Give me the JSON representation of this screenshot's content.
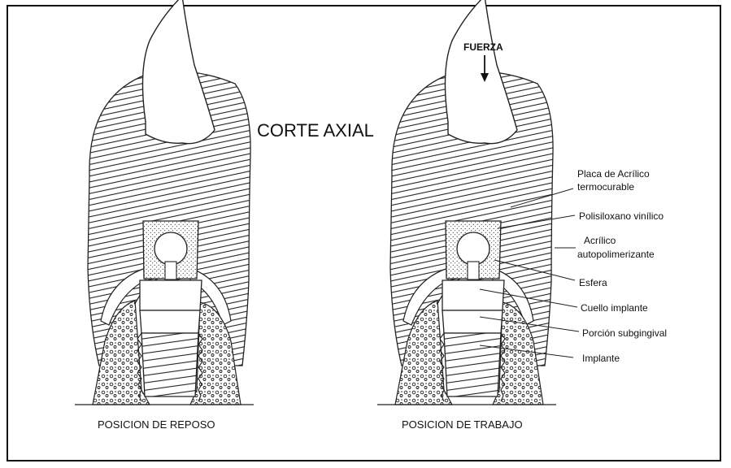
{
  "title": "CORTE AXIAL",
  "force_label": "FUERZA",
  "left_caption": "POSICION DE REPOSO",
  "right_caption": "POSICION DE TRABAJO",
  "labels": {
    "placa": [
      "Placa de Acrílico",
      "termocurable"
    ],
    "polisiloxano": "Polisiloxano vinílico",
    "acrilico": [
      "Acrílico",
      "autopolimerizante"
    ],
    "esfera": "Esfera",
    "cuello": "Cuello implante",
    "porcion": "Porción subgingival",
    "implante": "Implante"
  }
}
